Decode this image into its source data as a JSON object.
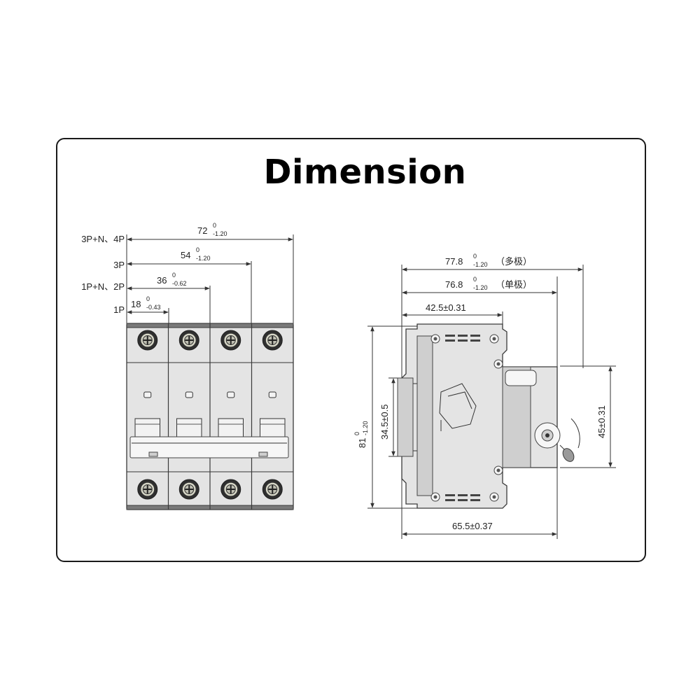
{
  "title": "Dimension",
  "front_view": {
    "pole_labels": {
      "p4": "3P+N、4P",
      "p3": "3P",
      "p2": "1P+N、2P",
      "p1": "1P"
    },
    "widths": {
      "w72": {
        "main": "72",
        "upper": "0",
        "lower": "-1.20"
      },
      "w54": {
        "main": "54",
        "upper": "0",
        "lower": "-1.20"
      },
      "w36": {
        "main": "36",
        "upper": "0",
        "lower": "-0.62"
      },
      "w18": {
        "main": "18",
        "upper": "0",
        "lower": "-0.43"
      }
    },
    "pole_count": 4
  },
  "side_view": {
    "depth_multi": {
      "main": "77.8",
      "upper": "0",
      "lower": "-1.20",
      "note": "（多极）"
    },
    "depth_single": {
      "main": "76.8",
      "upper": "0",
      "lower": "-1.20",
      "note": "（单极）"
    },
    "top_depth": "42.5±0.31",
    "bottom_depth": "65.5±0.37",
    "height": {
      "main": "81",
      "upper": "0",
      "lower": "-1.20"
    },
    "rail_height": "34.5±0.5",
    "front_height": "45±0.31"
  }
}
